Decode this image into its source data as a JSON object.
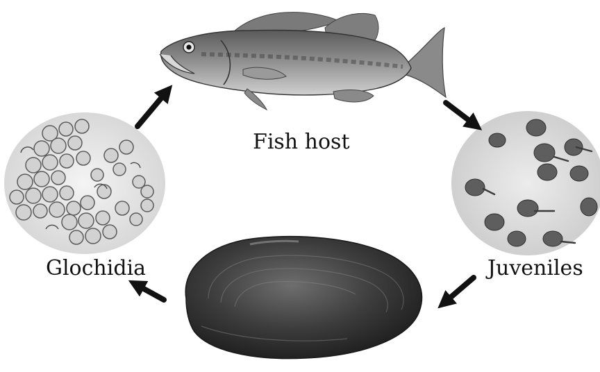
{
  "diagram": {
    "labels": {
      "fish_host": "Fish host",
      "glochidia": "Glochidia",
      "juveniles": "Juveniles"
    },
    "colors": {
      "text": "#111111",
      "arrow": "#111111",
      "fish_body": "#9a9a9a",
      "mussel_shell": "#3a3a3a",
      "glochidia_bg": "#e8e8e8",
      "juveniles_bg": "#e0e0e0"
    },
    "icons": {
      "fish": "bass-fish-icon",
      "mussel": "mussel-shell-icon",
      "glochidia": "glochidia-micrograph-icon",
      "juveniles": "juveniles-micrograph-icon"
    }
  }
}
